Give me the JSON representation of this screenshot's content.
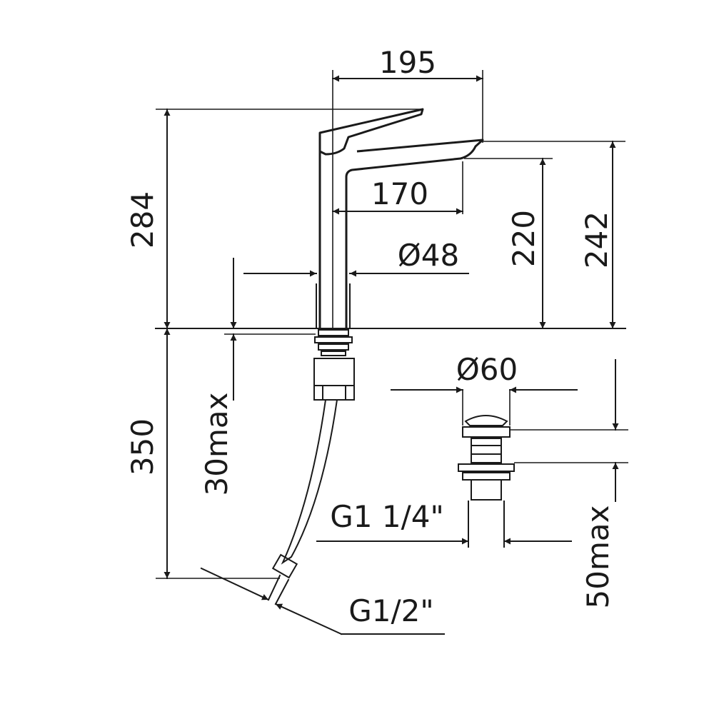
{
  "dimensions": {
    "width_195": "195",
    "width_170": "170",
    "diameter_48": "Ø48",
    "height_284": "284",
    "height_220": "220",
    "height_242": "242",
    "length_350": "350",
    "max_30": "30max",
    "diameter_60": "Ø60",
    "thread_g114": "G1 1/4\"",
    "thread_g12": "G1/2\"",
    "max_50": "50max"
  }
}
